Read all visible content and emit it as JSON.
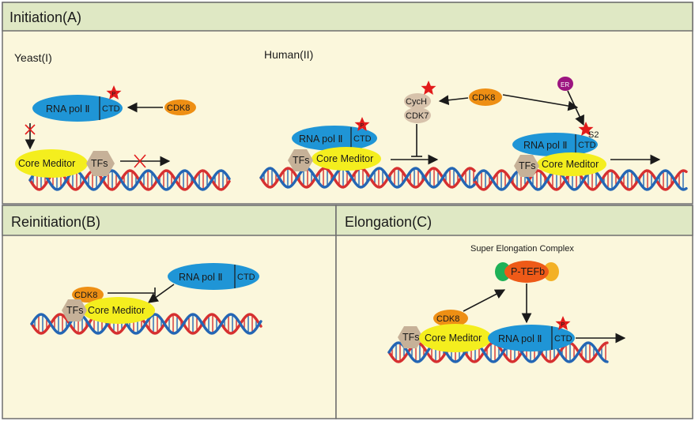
{
  "colors": {
    "panel_bg": "#fbf7dc",
    "header_bg": "#dfe8c4",
    "border": "#6f6f6f",
    "polymerase": "#1f95d6",
    "mediator": "#f4ee1e",
    "tfs": "#c6b198",
    "cdk8": "#ee8f14",
    "cyc": "#d7c2ab",
    "er": "#9c1580",
    "ptefb": "#ee5a18",
    "ptefb_left": "#1eb157",
    "ptefb_right": "#f3b126",
    "star": "#e21b1b",
    "dna_red": "#d63030",
    "dna_blue": "#2466b4"
  },
  "icons": {
    "phosphate": "red-star-icon",
    "dna": "double-helix-icon",
    "block": "cross-mark-icon",
    "inhibition": "t-bar-inhibition-icon"
  },
  "sections": {
    "initiation": {
      "title": "Initiation(A)",
      "yeast": {
        "title": "Yeast(I)",
        "pol": "RNA pol Ⅱ",
        "ctd": "CTD",
        "cdk8": "CDK8",
        "mediator": "Core Meditor",
        "tfs": "TFs",
        "phospho": "P"
      },
      "human": {
        "title": "Human(II)",
        "pol": "RNA pol Ⅱ",
        "ctd": "CTD",
        "cych": "CycH",
        "cdk7": "CDK7",
        "cdk8": "CDK8",
        "mediator": "Core Meditor",
        "tfs": "TFs",
        "phospho": "P",
        "er": "ER",
        "s2": "S2",
        "pol2": "RNA pol Ⅱ",
        "ctd2": "CTD",
        "mediator2": "Core Meditor",
        "tfs2": "TFs"
      }
    },
    "reinitiation": {
      "title": "Reinitiation(B)",
      "pol": "RNA pol Ⅱ",
      "ctd": "CTD",
      "cdk8": "CDK8",
      "tfs": "TFs",
      "mediator": "Core Meditor"
    },
    "elongation": {
      "title": "Elongation(C)",
      "sec": "Super Elongation Complex",
      "ptefb": "P-TEFb",
      "cdk8": "CDK8",
      "tfs": "TFs",
      "mediator": "Core Meditor",
      "pol": "RNA pol Ⅱ",
      "ctd": "CTD",
      "phospho": "P"
    }
  }
}
